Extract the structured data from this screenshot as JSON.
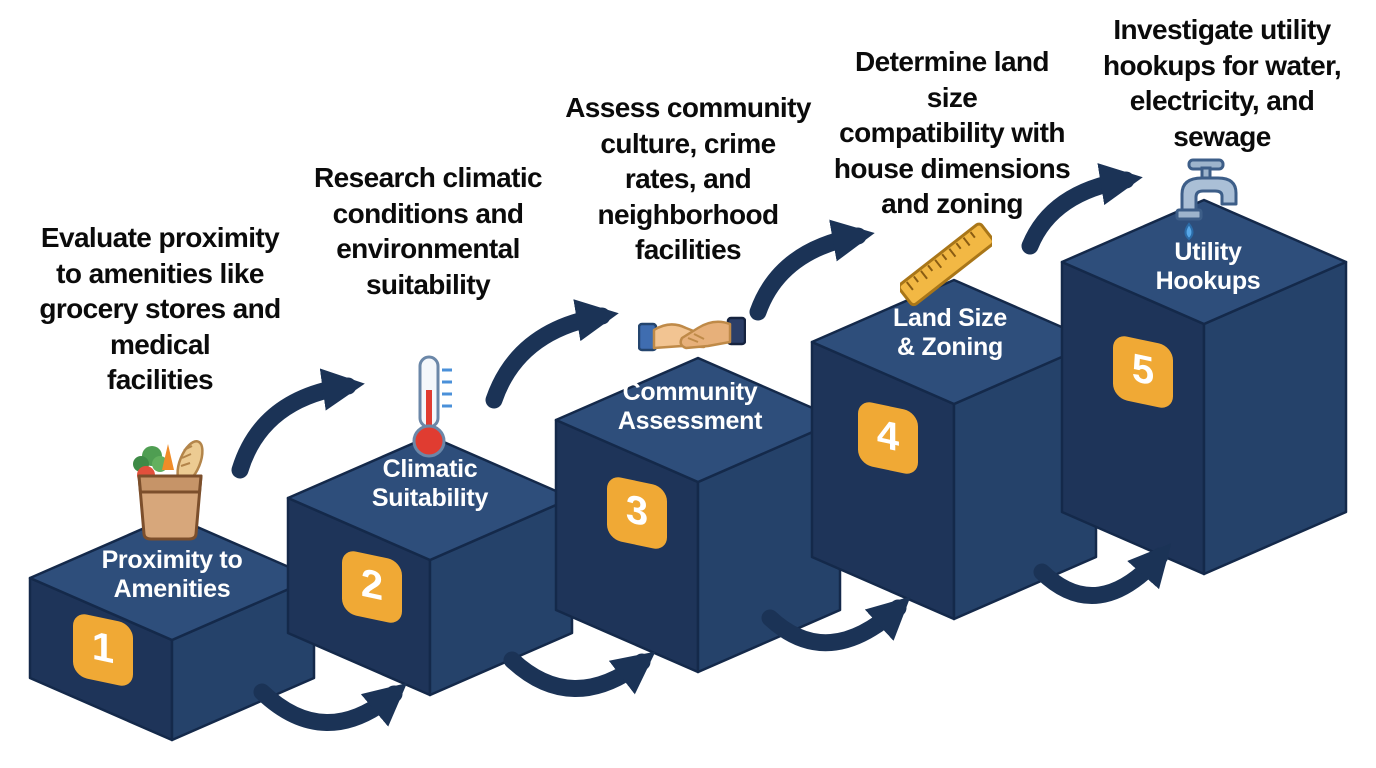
{
  "diagram": {
    "colors": {
      "background": "#ffffff",
      "block_top": "#2e4e7b",
      "block_left": "#1e3459",
      "block_right": "#25426a",
      "block_outline": "#14294a",
      "badge_fill": "#f0a935",
      "badge_text": "#ffffff",
      "arrow": "#1b3356",
      "title_text": "#ffffff",
      "description_text": "#0b0b0b"
    },
    "steps": [
      {
        "number": "1",
        "title": "Proximity to\nAmenities",
        "description": "Evaluate proximity\nto amenities like\ngrocery stores and\nmedical\nfacilities",
        "icon": "grocery-bag-icon"
      },
      {
        "number": "2",
        "title": "Climatic\nSuitability",
        "description": "Research climatic\nconditions and\nenvironmental\nsuitability",
        "icon": "thermometer-icon"
      },
      {
        "number": "3",
        "title": "Community\nAssessment",
        "description": "Assess community\nculture, crime\nrates, and\nneighborhood\nfacilities",
        "icon": "handshake-icon"
      },
      {
        "number": "4",
        "title": "Land Size\n& Zoning",
        "description": "Determine land\nsize\ncompatibility with\nhouse dimensions\nand zoning",
        "icon": "ruler-icon"
      },
      {
        "number": "5",
        "title": "Utility\nHookups",
        "description": "Investigate utility\nhookups for water,\nelectricity, and\nsewage",
        "icon": "faucet-icon"
      }
    ]
  }
}
